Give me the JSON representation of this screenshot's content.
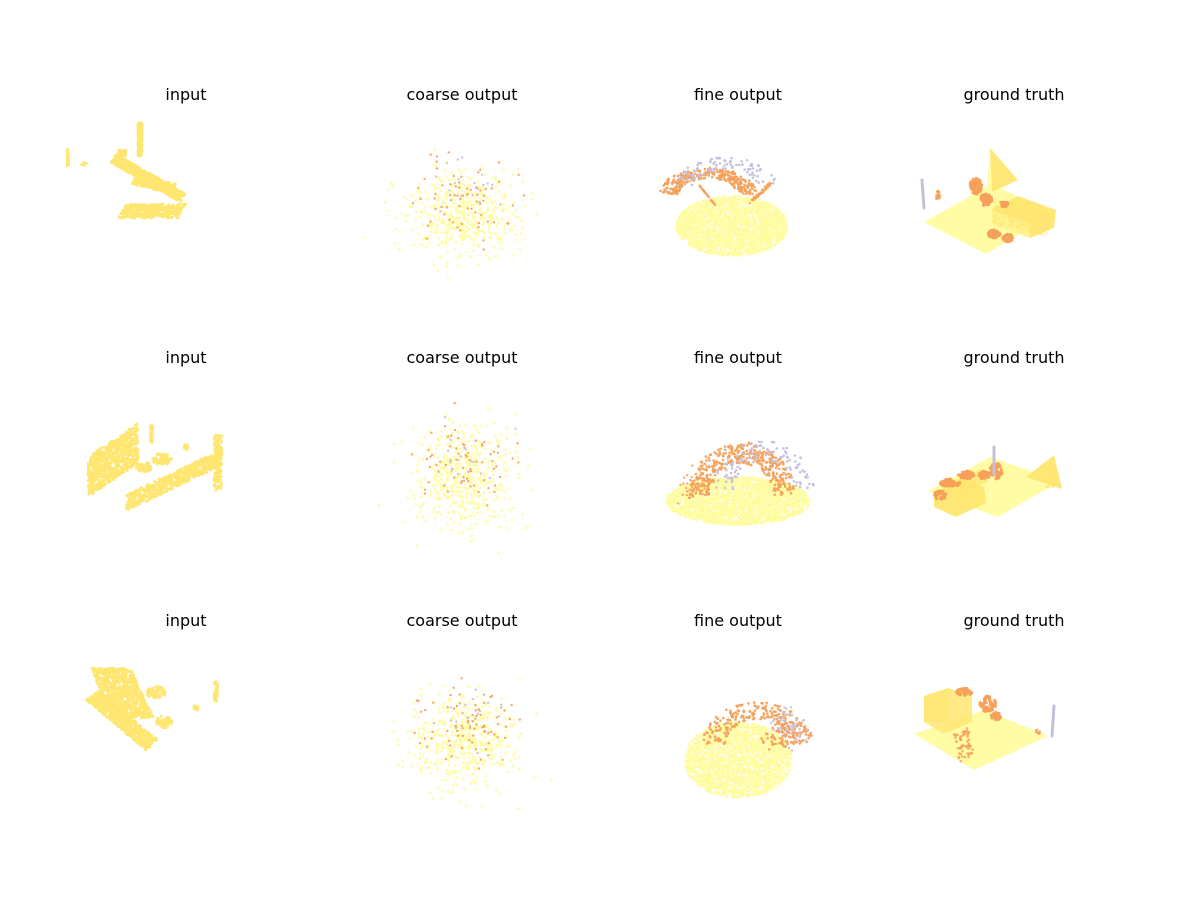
{
  "figure": {
    "columns": [
      "input",
      "coarse output",
      "fine output",
      "ground truth"
    ],
    "rows": 3,
    "colors": {
      "background": "#ffffff",
      "floor": "#fffca0",
      "furniture": "#ffe670",
      "object": "#f5a05a",
      "lamp": "#c4c0dc",
      "text": "#000000"
    }
  }
}
